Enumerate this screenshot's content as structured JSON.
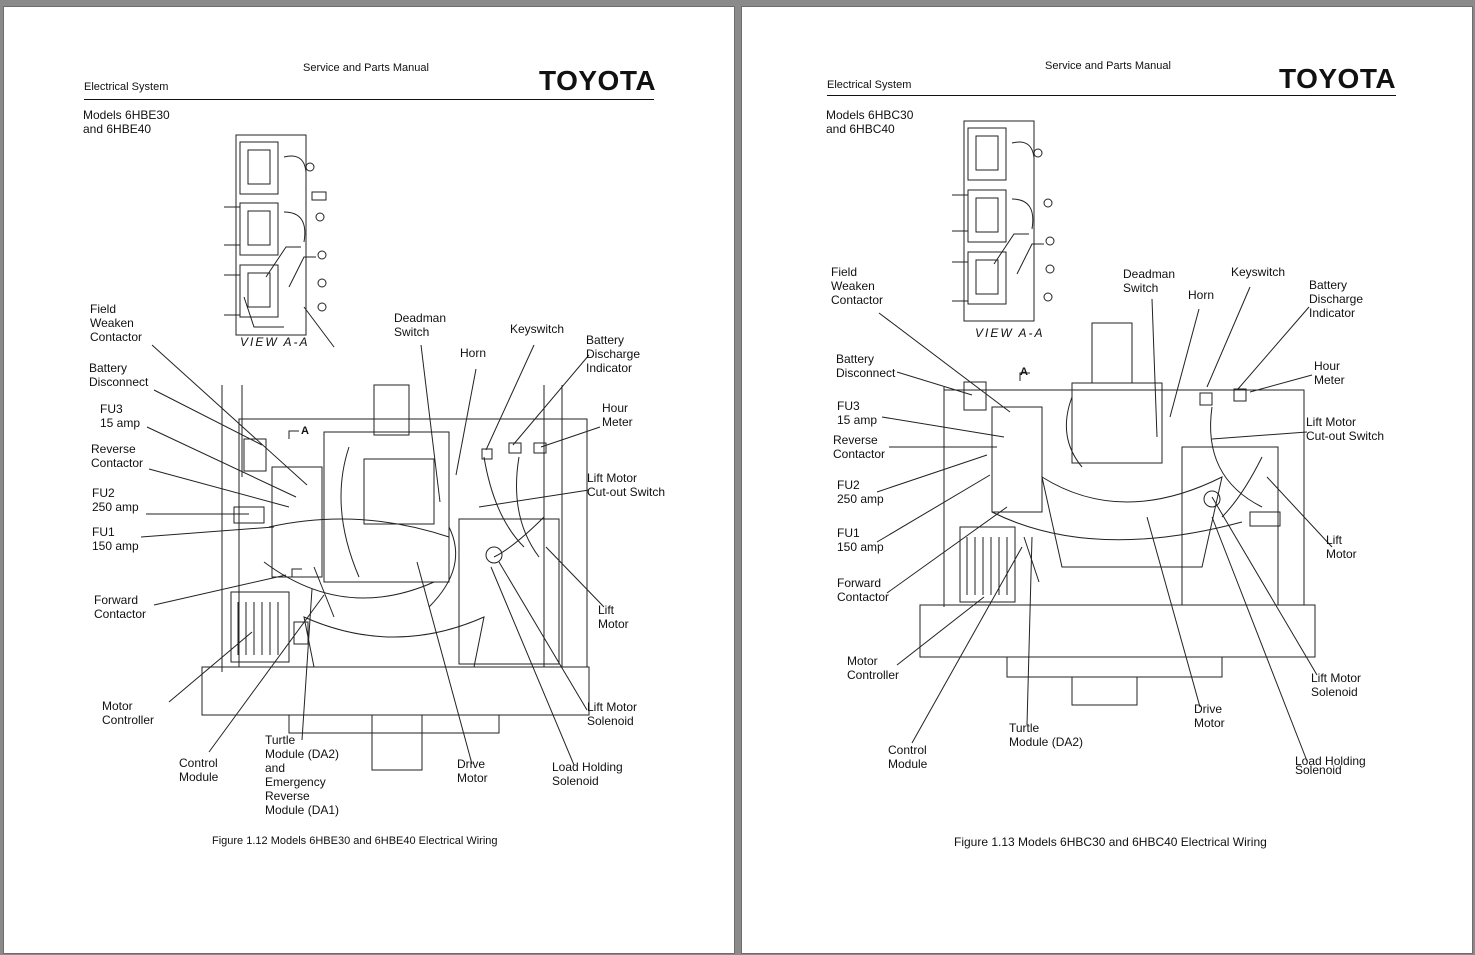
{
  "left_page": {
    "manual_title": "Service and Parts Manual",
    "section": "Electrical System",
    "brand": "TOYOTA",
    "models": "Models 6HBE30\nand 6HBE40",
    "view_label": "VIEW A-A",
    "section_marker": "A",
    "callouts": {
      "field_weaken": "Field\nWeaken\nContactor",
      "battery_disconnect": "Battery\nDisconnect",
      "fu3": "FU3\n15 amp",
      "reverse": "Reverse\nContactor",
      "fu2": "FU2\n250 amp",
      "fu1": "FU1\n150 amp",
      "forward": "Forward\nContactor",
      "motor_controller": "Motor\nController",
      "control_module": "Control\nModule",
      "turtle": "Turtle\nModule (DA2)\nand\nEmergency\nReverse\nModule (DA1)",
      "drive_motor": "Drive\nMotor",
      "load_holding": "Load Holding\nSolenoid",
      "lift_motor_solenoid": "Lift Motor\nSolenoid",
      "lift_motor": "Lift\nMotor",
      "cutout": "Lift Motor\nCut-out Switch",
      "hour_meter": "Hour\nMeter",
      "bdi": "Battery\nDischarge\nIndicator",
      "keyswitch": "Keyswitch",
      "horn": "Horn",
      "deadman": "Deadman\nSwitch"
    },
    "caption": "Figure 1.12   Models 6HBE30 and 6HBE40 Electrical Wiring"
  },
  "right_page": {
    "manual_title": "Service and Parts Manual",
    "section": "Electrical System",
    "brand": "TOYOTA",
    "models": "Models 6HBC30\nand 6HBC40",
    "view_label": "VIEW A-A",
    "section_marker": "A",
    "callouts": {
      "field_weaken": "Field\nWeaken\nContactor",
      "battery_disconnect": "Battery\nDisconnect",
      "fu3": "FU3\n15 amp",
      "reverse": "Reverse\nContactor",
      "fu2": "FU2\n250 amp",
      "fu1": "FU1\n150 amp",
      "forward": "Forward\nContactor",
      "motor_controller": "Motor\nController",
      "control_module": "Control\nModule",
      "turtle": "Turtle\nModule (DA2)",
      "drive_motor": "Drive\nMotor",
      "load_holding": "Load Holding\nSolenoid",
      "lift_motor_solenoid": "Lift Motor\nSolenoid",
      "lift_motor": "Lift\nMotor",
      "cutout": "Lift Motor\nCut-out Switch",
      "hour_meter": "Hour\nMeter",
      "bdi": "Battery\nDischarge\nIndicator",
      "keyswitch": "Keyswitch",
      "horn": "Horn",
      "deadman": "Deadman\nSwitch"
    },
    "caption": "Figure 1.13  Models 6HBC30 and 6HBC40 Electrical Wiring"
  }
}
